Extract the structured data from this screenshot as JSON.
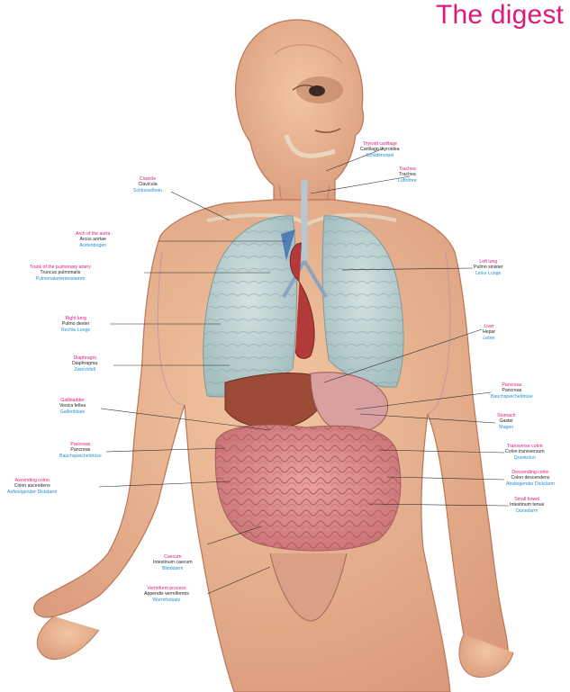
{
  "title": "The digest",
  "labels": [
    {
      "id": "thyroid-cartilage",
      "lines": [
        "Thyroid cartilage",
        "Cartilago thyroidea",
        "Schildknorpel"
      ]
    },
    {
      "id": "trachea",
      "lines": [
        "Trachea",
        "Trachea",
        "Luftröhre"
      ]
    },
    {
      "id": "clavicle",
      "lines": [
        "Clavicle",
        "Clavicula",
        "Schlüsselbein"
      ]
    },
    {
      "id": "arch-of-aorta",
      "lines": [
        "Arch of the aorta",
        "Arcus aortae",
        "Aortenbogen"
      ]
    },
    {
      "id": "pulmonary-artery",
      "lines": [
        "Trunk of the pulmonary artery",
        "Truncus pulmonalis",
        "Pulmonalarterienstamm"
      ]
    },
    {
      "id": "left-lung",
      "lines": [
        "Left lung",
        "Pulmo sinister",
        "Linke Lunge"
      ]
    },
    {
      "id": "right-lung",
      "lines": [
        "Right lung",
        "Pulmo dexter",
        "Rechte Lunge"
      ]
    },
    {
      "id": "liver",
      "lines": [
        "Liver",
        "Hepar",
        "Leber"
      ]
    },
    {
      "id": "diaphragm",
      "lines": [
        "Diaphragm",
        "Diaphragma",
        "Zwerchfell"
      ]
    },
    {
      "id": "pancreas-right",
      "lines": [
        "Pancreas",
        "Pancreas",
        "Bauchspeicheldrüse"
      ]
    },
    {
      "id": "gallbladder",
      "lines": [
        "Gallbladder",
        "Vesica fellea",
        "Gallenblase"
      ]
    },
    {
      "id": "stomach",
      "lines": [
        "Stomach",
        "Gaster",
        "Magen"
      ]
    },
    {
      "id": "pancreas-left",
      "lines": [
        "Pancreas",
        "Pancreas",
        "Bauchspeicheldrüse"
      ]
    },
    {
      "id": "transverse-colon",
      "lines": [
        "Transverse colon",
        "Colon transversum",
        "Querkolon"
      ]
    },
    {
      "id": "ascending-colon",
      "lines": [
        "Ascending colon",
        "Colon ascendens",
        "Aufsteigender Dickdarm"
      ]
    },
    {
      "id": "descending-colon",
      "lines": [
        "Descending colon",
        "Colon descendens",
        "Absteigender Dickdarm"
      ]
    },
    {
      "id": "small-bowel",
      "lines": [
        "Small bowel",
        "Intestinum tenue",
        "Dünndarm"
      ]
    },
    {
      "id": "caecum",
      "lines": [
        "Caecum",
        "Intestinum caecum",
        "Blinddarm"
      ]
    },
    {
      "id": "vermiform-process",
      "lines": [
        "Vermiform process",
        "Appendix vermiformis",
        "Wurmfortsatz"
      ]
    }
  ],
  "colors": {
    "title": "#e0187c",
    "label_english": "#e0187c",
    "label_latin": "#1f1f1f",
    "label_german": "#1f8fd8",
    "skin": "#e9b58f",
    "lung": "#b9cfd0",
    "liver": "#9b4a35",
    "intestine": "#d98a8c"
  }
}
